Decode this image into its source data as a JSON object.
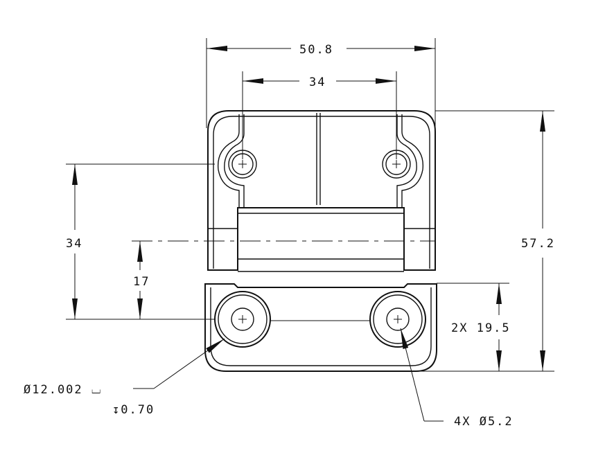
{
  "dimensions": {
    "overall_width": "50.8",
    "top_hole_spacing": "34",
    "overall_height": "57.2",
    "hole_vertical_spacing": "34",
    "axis_offset": "17",
    "bottom_hole_height": "2X 19.5",
    "counterbore_dia": "Ø12.002 ⌴",
    "counterbore_depth": "↧0.70",
    "hole_dia": "4X  Ø5.2"
  }
}
